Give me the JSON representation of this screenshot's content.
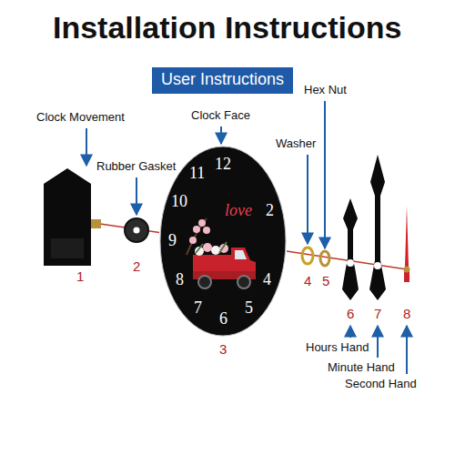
{
  "diagram": {
    "title": "Installation Instructions",
    "nodes": [
      {
        "text": [
          "User Instructions"
        ]
      },
      {
        "text": [
          "12",
          "love",
          "2",
          "4",
          "5",
          "6",
          "7",
          "8",
          "9",
          "10",
          "11"
        ]
      }
    ],
    "labels": [
      "Clock Movement",
      "Rubber Gasket",
      "Clock Face",
      "Hex Nut",
      "Washer",
      "1",
      "2",
      "3",
      "4",
      "5",
      "6",
      "7",
      "8",
      "Hours Hand",
      "Minute Hand",
      "Second Hand"
    ]
  }
}
